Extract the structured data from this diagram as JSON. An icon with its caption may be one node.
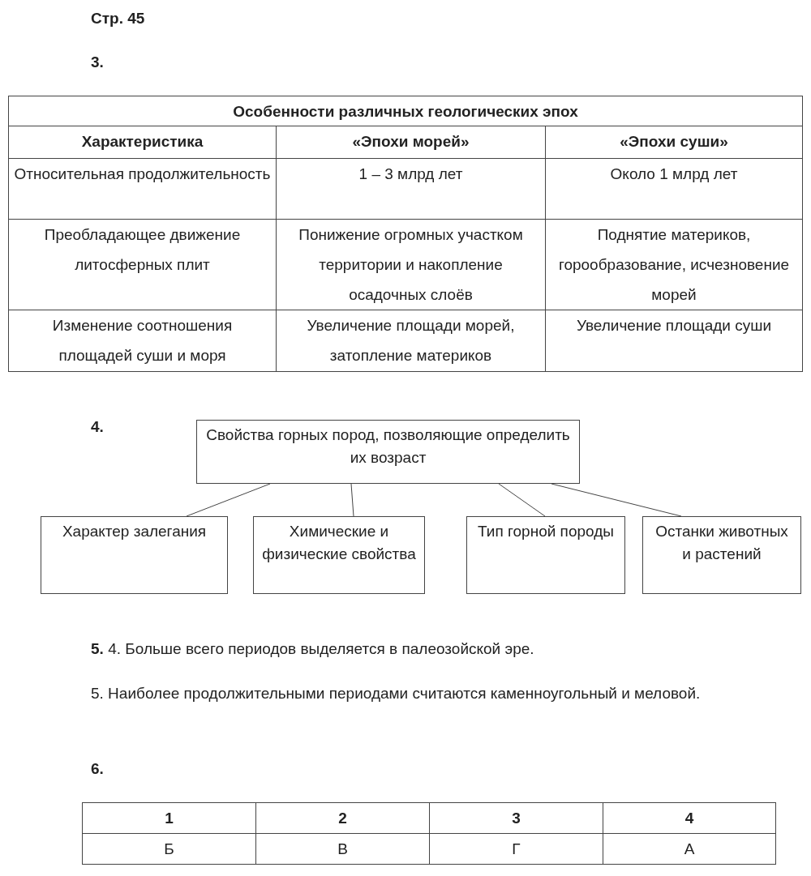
{
  "diagram": {
    "nodes": [
      {
        "text": [
          "Свойства горных пород, позволяющие определить их возраст"
        ]
      },
      {
        "text": [
          "Характер залегания"
        ]
      },
      {
        "text": [
          "Химические и физические свойства"
        ]
      },
      {
        "text": [
          "Тип горной породы"
        ]
      },
      {
        "text": [
          "Останки животных и растений"
        ]
      }
    ],
    "edges": [
      {
        "from": 0,
        "to": 1,
        "arrow": "none"
      },
      {
        "from": 0,
        "to": 2,
        "arrow": "none"
      },
      {
        "from": 0,
        "to": 3,
        "arrow": "none"
      },
      {
        "from": 0,
        "to": 4,
        "arrow": "none"
      }
    ],
    "labels": [
      "Стр. 45",
      "3.",
      "Особенности различных геологических эпох",
      "Характеристика",
      "«Эпохи морей»",
      "«Эпохи суши»",
      "Относительная продолжительность",
      "1 – 3 млрд лет",
      "Около 1 млрд лет",
      "Преобладающее движение литосферных плит",
      "Понижение огромных участком территории и накопление осадочных слоёв",
      "Поднятие материков, горообразование, исчезновение морей",
      "Изменение соотношения площадей суши и моря",
      "Увеличение площади морей, затопление материков",
      "Увеличение площади суши",
      "4.",
      "**5.** 4. Больше всего периодов выделяется в палеозойской эре.",
      "5. Наиболее продолжительными периодами считаются каменноугольный и меловой.",
      "6.",
      "1",
      "2",
      "3",
      "4",
      "Б",
      "В",
      "Г",
      "А"
    ]
  }
}
